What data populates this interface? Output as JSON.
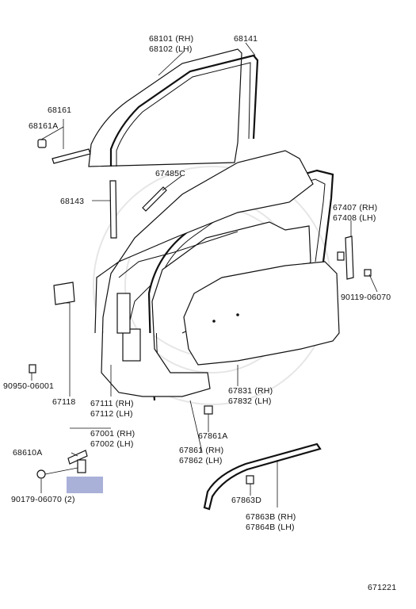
{
  "diagram_id": "671221",
  "highlight_color": "#a9b1d9",
  "labels": {
    "p68101": "68101 (RH)",
    "p68102": "68102 (LH)",
    "p68141": "68141",
    "p68161": "68161",
    "p68161a": "68161A",
    "p67485c": "67485C",
    "p68143": "68143",
    "p67407": "67407 (RH)",
    "p67408": "67408 (LH)",
    "p90119": "90119-06070",
    "p90950": "90950-06001",
    "p67118": "67118",
    "p67111": "67111 (RH)",
    "p67112": "67112 (LH)",
    "p67001": "67001 (RH)",
    "p67002": "67002 (LH)",
    "p67831": "67831 (RH)",
    "p67832": "67832 (LH)",
    "p67861a": "67861A",
    "p67861": "67861 (RH)",
    "p67862": "67862 (LH)",
    "p68610a": "68610A",
    "p90179": "90179-06070 (2)",
    "p67863d": "67863D",
    "p67863b": "67863B (RH)",
    "p67864b": "67864B (LH)"
  }
}
